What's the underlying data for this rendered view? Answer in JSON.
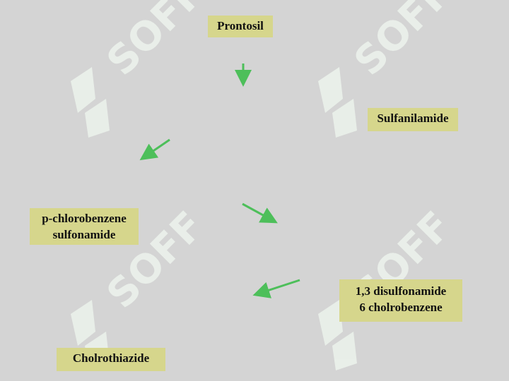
{
  "nodes": {
    "prontosil": "Prontosil",
    "sulfanilamide": "Sulfanilamide",
    "pchloro_line1": "p-chlorobenzene",
    "pchloro_line2": "sulfonamide",
    "disulf_line1": "1,3 disulfonamide",
    "disulf_line2": "6 cholrobenzene",
    "chlorothiazide": "Cholrothiazide"
  },
  "watermark": {
    "text": "SOFF",
    "icon": "soff-logo-icon"
  },
  "colors": {
    "background": "#d4d4d4",
    "label_fill": "#d6d68c",
    "arrow": "#4dbf5a",
    "watermark": "#e9f2e9"
  },
  "arrows": [
    "down",
    "down-left",
    "down-right",
    "down-left"
  ]
}
